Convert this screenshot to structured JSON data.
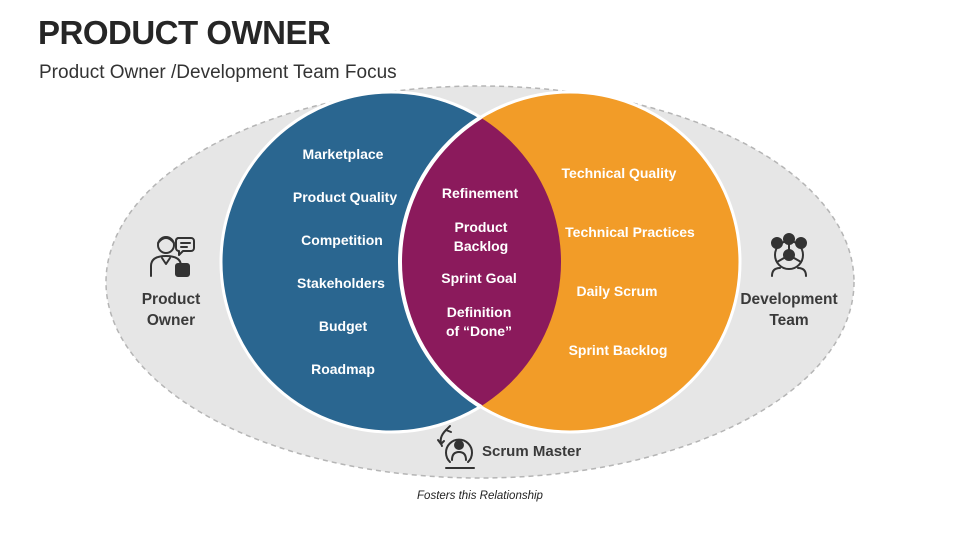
{
  "header": {
    "title": "PRODUCT OWNER",
    "subtitle": "Product Owner /Development Team Focus"
  },
  "colors": {
    "product_owner": "#2a6690",
    "development_team": "#f29c28",
    "overlap": "#8b1a5c",
    "background_ellipse": "#e6e6e6",
    "icon": "#333333"
  },
  "product_owner": {
    "label_line1": "Product",
    "label_line2": "Owner",
    "icon": "user-support-icon",
    "items": [
      "Marketplace",
      "Product Quality",
      "Competition",
      "Stakeholders",
      "Budget",
      "Roadmap"
    ]
  },
  "overlap": {
    "items": [
      {
        "line1": "Refinement",
        "line2": ""
      },
      {
        "line1": "Product",
        "line2": "Backlog"
      },
      {
        "line1": "Sprint Goal",
        "line2": ""
      },
      {
        "line1": "Definition",
        "line2": "of “Done”"
      }
    ]
  },
  "development_team": {
    "label_line1": "Development",
    "label_line2": "Team",
    "icon": "team-icon",
    "items": [
      "Technical Quality",
      "Technical Practices",
      "Daily Scrum",
      "Sprint Backlog"
    ]
  },
  "scrum_master": {
    "label": "Scrum Master",
    "icon": "scrum-cycle-icon",
    "caption": "Fosters this Relationship"
  }
}
